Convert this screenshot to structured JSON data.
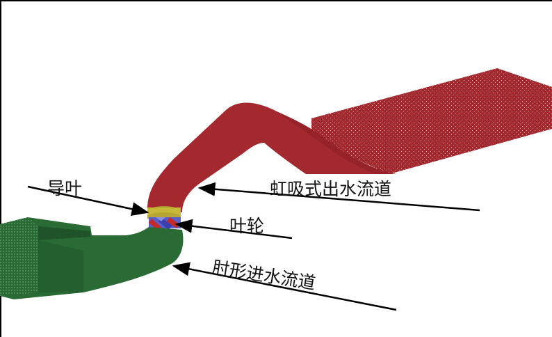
{
  "diagram": {
    "labels": {
      "guide_vane": "导叶",
      "siphon_outlet": "虹吸式出水流道",
      "impeller": "叶轮",
      "elbow_inlet": "肘形进水流道"
    },
    "colors": {
      "background": "#ffffff",
      "frame": "#000000",
      "outlet_body": "#a3292f",
      "outlet_shade": "#8e1f26",
      "inlet_body": "#2a6b35",
      "inlet_shade": "#1f5429",
      "guide_vane": "#c8b83a",
      "impeller_blue": "#3a3fb0",
      "impeller_red": "#c42a2a",
      "arrow": "#000000"
    }
  }
}
